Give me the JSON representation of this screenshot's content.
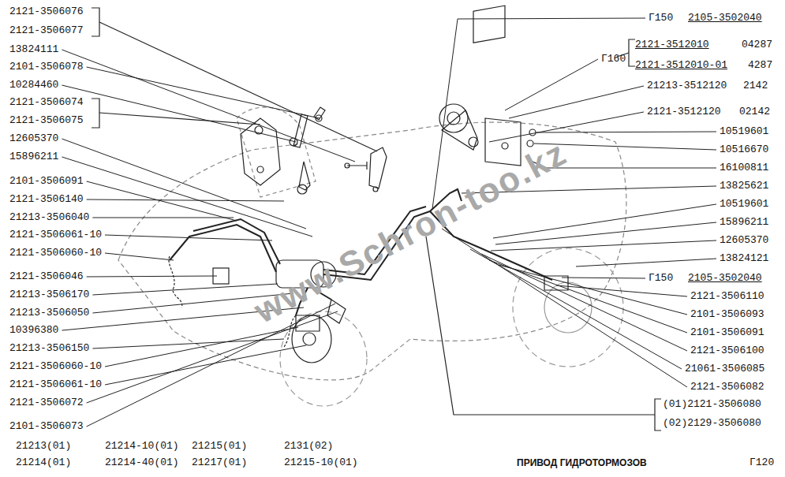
{
  "diagram": {
    "title": "ПРИВОД ГИДРОТОРМОЗОВ",
    "labels": [
      "2121-3506076",
      "2121-3506077",
      "13824111",
      "2101-3506078",
      "10284460",
      "2121-3506074",
      "2121-3506075",
      "12605370",
      "15896211",
      "2101-3506091",
      "2121-3506140",
      "21213-3506040",
      "2121-3506061-10",
      "2121-3506060-10",
      "2121-3506046",
      "21213-3506170",
      "21213-3506050",
      "10396380",
      "21213-3506150",
      "2121-3506060-10",
      "2121-3506061-10",
      "2121-3506072",
      "2101-3506073",
      "Г150",
      "2105-3502040",
      "Г160",
      "2121-3512010",
      "04287",
      "2121-3512010-01",
      "4287",
      "21213-3512120",
      "2142",
      "2121-3512120",
      "02142",
      "10519601",
      "10516670",
      "16100811",
      "13825621",
      "10519601",
      "15896211",
      "12605370",
      "13824121",
      "Г150",
      "2105-3502040",
      "2121-3506110",
      "2101-3506093",
      "2101-3506091",
      "2121-3506100",
      "21061-3506085",
      "2121-3506082",
      "(01)2121-3506080",
      "(02)2129-3506080",
      "21213(01)",
      "21214(01)",
      "21214-10(01)",
      "21214-40(01)",
      "21215(01)",
      "21217(01)",
      "2131(02)",
      "21215-10(01)",
      "Г120",
      "www.Schron-too.kz"
    ]
  }
}
